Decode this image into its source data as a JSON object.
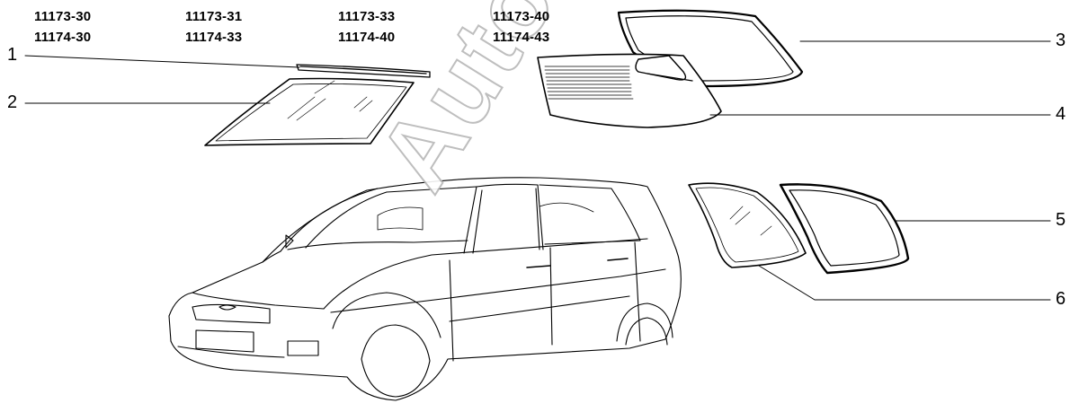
{
  "part_codes": [
    [
      "11173-30",
      "11174-30"
    ],
    [
      "11173-31",
      "11174-33"
    ],
    [
      "11173-33",
      "11174-40"
    ],
    [
      "11173-40",
      "11174-43"
    ]
  ],
  "callouts": [
    "1",
    "2",
    "3",
    "4",
    "5",
    "6"
  ],
  "watermark": "AutoSoft"
}
